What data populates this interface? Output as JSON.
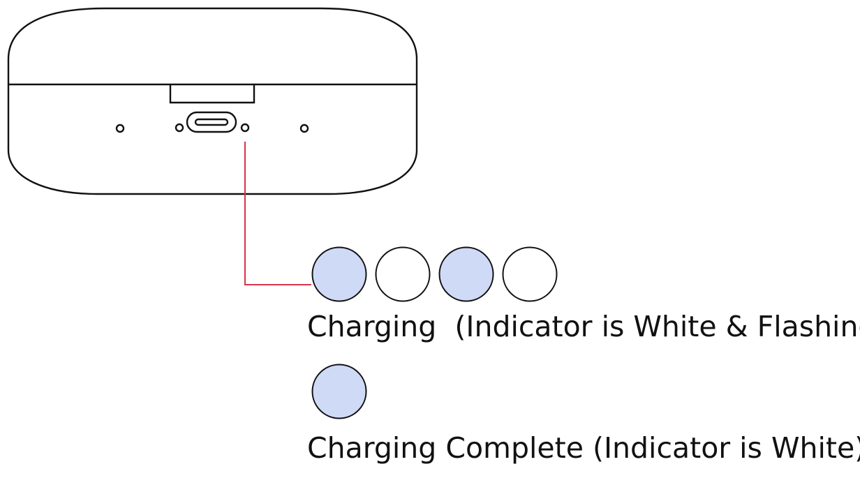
{
  "colors": {
    "outline": "#111111",
    "leader_line": "#d9344a",
    "indicator_on": "#cfdaf7",
    "indicator_off": "#ffffff",
    "background": "#ffffff"
  },
  "charging": {
    "label": "Charging  (Indicator is White & Flashing)",
    "pattern": [
      "on",
      "off",
      "on",
      "off"
    ]
  },
  "complete": {
    "label": "Charging Complete (Indicator is White)",
    "pattern": [
      "on"
    ]
  }
}
